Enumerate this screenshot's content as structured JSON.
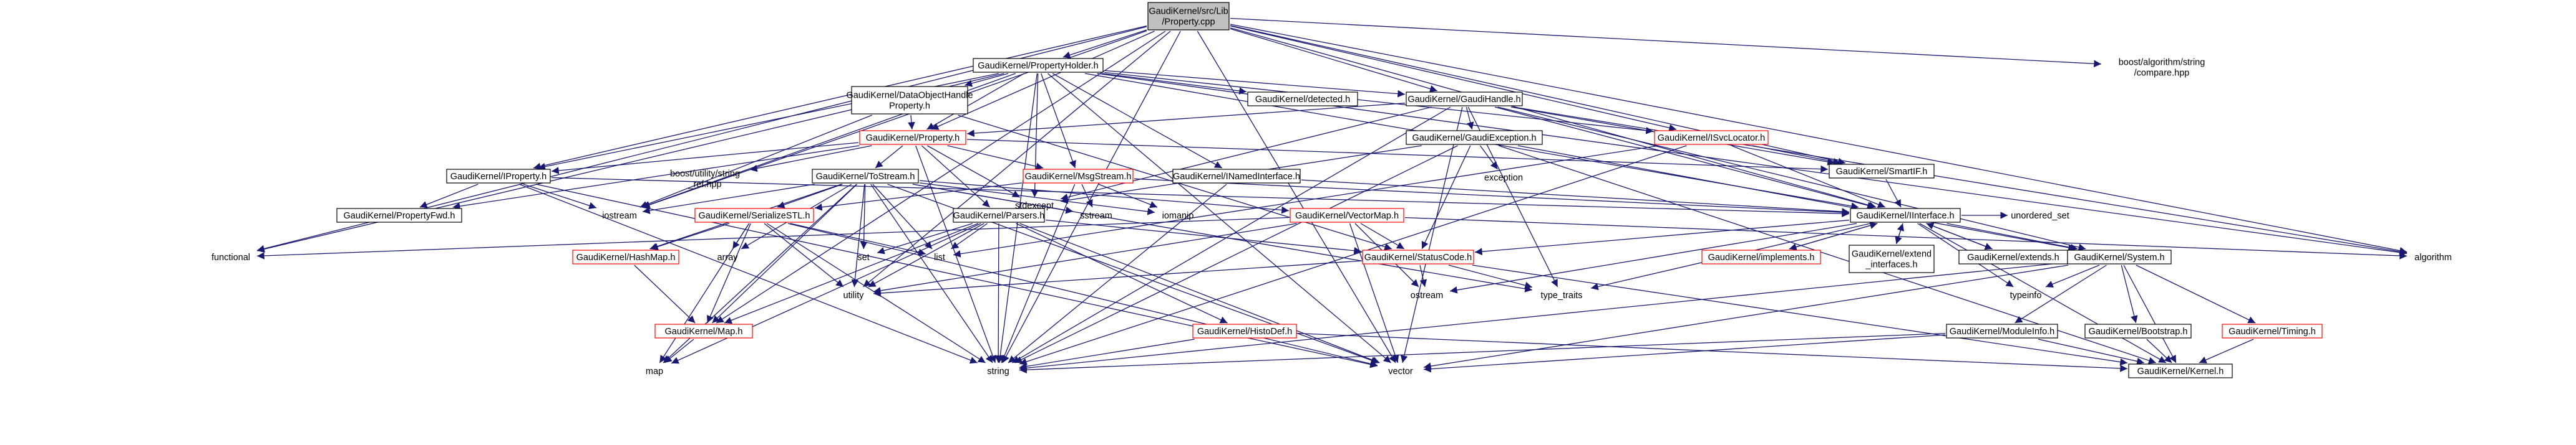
{
  "diagram": {
    "type": "include-dependency-graph",
    "nodes": [
      {
        "id": "root",
        "kind": "root",
        "lines": [
          "GaudiKernel/src/Lib",
          "/Property.cpp"
        ]
      },
      {
        "id": "PropertyHolder",
        "kind": "box",
        "lines": [
          "GaudiKernel/PropertyHolder.h"
        ]
      },
      {
        "id": "boostcompare",
        "kind": "plain",
        "lines": [
          "boost/algorithm/string",
          "/compare.hpp"
        ]
      },
      {
        "id": "DataObjectHandleProperty",
        "kind": "box",
        "lines": [
          "GaudiKernel/DataObjectHandle",
          "Property.h"
        ]
      },
      {
        "id": "detected",
        "kind": "box",
        "lines": [
          "GaudiKernel/detected.h"
        ]
      },
      {
        "id": "GaudiHandle",
        "kind": "box",
        "lines": [
          "GaudiKernel/GaudiHandle.h"
        ]
      },
      {
        "id": "ISvcLocator",
        "kind": "red",
        "lines": [
          "GaudiKernel/ISvcLocator.h"
        ]
      },
      {
        "id": "Property",
        "kind": "red",
        "lines": [
          "GaudiKernel/Property.h"
        ]
      },
      {
        "id": "GaudiException",
        "kind": "box",
        "lines": [
          "GaudiKernel/GaudiException.h"
        ]
      },
      {
        "id": "SmartIF",
        "kind": "box",
        "lines": [
          "GaudiKernel/SmartIF.h"
        ]
      },
      {
        "id": "IProperty",
        "kind": "box",
        "lines": [
          "GaudiKernel/IProperty.h"
        ]
      },
      {
        "id": "booststringref",
        "kind": "plain",
        "lines": [
          "boost/utility/string",
          "_ref.hpp"
        ]
      },
      {
        "id": "ToStream",
        "kind": "box",
        "lines": [
          "GaudiKernel/ToStream.h"
        ]
      },
      {
        "id": "MsgStream",
        "kind": "red",
        "lines": [
          "GaudiKernel/MsgStream.h"
        ]
      },
      {
        "id": "INamedInterface",
        "kind": "box",
        "lines": [
          "GaudiKernel/INamedInterface.h"
        ]
      },
      {
        "id": "stdexcept",
        "kind": "plain",
        "lines": [
          "stdexcept"
        ]
      },
      {
        "id": "exception",
        "kind": "plain",
        "lines": [
          "exception"
        ]
      },
      {
        "id": "PropertyFwd",
        "kind": "box",
        "lines": [
          "GaudiKernel/PropertyFwd.h"
        ]
      },
      {
        "id": "iostream",
        "kind": "plain",
        "lines": [
          "iostream"
        ]
      },
      {
        "id": "SerializeSTL",
        "kind": "red",
        "lines": [
          "GaudiKernel/SerializeSTL.h"
        ]
      },
      {
        "id": "Parsers",
        "kind": "box",
        "lines": [
          "GaudiKernel/Parsers.h"
        ]
      },
      {
        "id": "sstream",
        "kind": "plain",
        "lines": [
          "sstream"
        ]
      },
      {
        "id": "iomanip",
        "kind": "plain",
        "lines": [
          "iomanip"
        ]
      },
      {
        "id": "IInterface",
        "kind": "box",
        "lines": [
          "GaudiKernel/IInterface.h"
        ]
      },
      {
        "id": "unordered_set",
        "kind": "plain",
        "lines": [
          "unordered_set"
        ]
      },
      {
        "id": "VectorMap",
        "kind": "red",
        "lines": [
          "GaudiKernel/VectorMap.h"
        ]
      },
      {
        "id": "functional",
        "kind": "plain",
        "lines": [
          "functional"
        ]
      },
      {
        "id": "HashMap",
        "kind": "red",
        "lines": [
          "GaudiKernel/HashMap.h"
        ]
      },
      {
        "id": "array",
        "kind": "plain",
        "lines": [
          "array"
        ]
      },
      {
        "id": "set",
        "kind": "plain",
        "lines": [
          "set"
        ]
      },
      {
        "id": "list",
        "kind": "plain",
        "lines": [
          "list"
        ]
      },
      {
        "id": "StatusCode",
        "kind": "red",
        "lines": [
          "GaudiKernel/StatusCode.h"
        ]
      },
      {
        "id": "Implements",
        "kind": "red",
        "lines": [
          "GaudiKernel/implements.h"
        ]
      },
      {
        "id": "ExtendInterfaces",
        "kind": "box",
        "lines": [
          "GaudiKernel/extend",
          "_interfaces.h"
        ]
      },
      {
        "id": "Extends",
        "kind": "box",
        "lines": [
          "GaudiKernel/extends.h"
        ]
      },
      {
        "id": "System",
        "kind": "box",
        "lines": [
          "GaudiKernel/System.h"
        ]
      },
      {
        "id": "algorithm",
        "kind": "plain",
        "lines": [
          "algorithm"
        ]
      },
      {
        "id": "utility",
        "kind": "plain",
        "lines": [
          "utility"
        ]
      },
      {
        "id": "MapH",
        "kind": "red",
        "lines": [
          "GaudiKernel/Map.h"
        ]
      },
      {
        "id": "HistoDef",
        "kind": "red",
        "lines": [
          "GaudiKernel/HistoDef.h"
        ]
      },
      {
        "id": "ostream",
        "kind": "plain",
        "lines": [
          "ostream"
        ]
      },
      {
        "id": "type_traits",
        "kind": "plain",
        "lines": [
          "type_traits"
        ]
      },
      {
        "id": "typeinfo",
        "kind": "plain",
        "lines": [
          "typeinfo"
        ]
      },
      {
        "id": "ModuleInfo",
        "kind": "box",
        "lines": [
          "GaudiKernel/ModuleInfo.h"
        ]
      },
      {
        "id": "Bootstrap",
        "kind": "box",
        "lines": [
          "GaudiKernel/Bootstrap.h"
        ]
      },
      {
        "id": "Timing",
        "kind": "red",
        "lines": [
          "GaudiKernel/Timing.h"
        ]
      },
      {
        "id": "map",
        "kind": "plain",
        "lines": [
          "map"
        ]
      },
      {
        "id": "string",
        "kind": "plain",
        "lines": [
          "string"
        ]
      },
      {
        "id": "vector",
        "kind": "plain",
        "lines": [
          "vector"
        ]
      },
      {
        "id": "KernelH",
        "kind": "box",
        "lines": [
          "GaudiKernel/Kernel.h"
        ]
      }
    ],
    "edges": [
      [
        "root",
        "PropertyHolder"
      ],
      [
        "root",
        "boostcompare"
      ],
      [
        "root",
        "GaudiHandle"
      ],
      [
        "root",
        "ISvcLocator"
      ],
      [
        "root",
        "Property"
      ],
      [
        "root",
        "SmartIF"
      ],
      [
        "root",
        "IProperty"
      ],
      [
        "root",
        "iostream"
      ],
      [
        "root",
        "functional"
      ],
      [
        "root",
        "algorithm"
      ],
      [
        "root",
        "utility"
      ],
      [
        "root",
        "string"
      ],
      [
        "root",
        "MapH"
      ],
      [
        "root",
        "vector"
      ],
      [
        "root",
        "IInterface"
      ],
      [
        "PropertyHolder",
        "DataObjectHandleProperty"
      ],
      [
        "PropertyHolder",
        "detected"
      ],
      [
        "PropertyHolder",
        "GaudiHandle"
      ],
      [
        "PropertyHolder",
        "ISvcLocator"
      ],
      [
        "PropertyHolder",
        "Property"
      ],
      [
        "PropertyHolder",
        "IProperty"
      ],
      [
        "PropertyHolder",
        "MsgStream"
      ],
      [
        "PropertyHolder",
        "INamedInterface"
      ],
      [
        "PropertyHolder",
        "stdexcept"
      ],
      [
        "PropertyHolder",
        "iostream"
      ],
      [
        "PropertyHolder",
        "functional"
      ],
      [
        "PropertyHolder",
        "algorithm"
      ],
      [
        "PropertyHolder",
        "string"
      ],
      [
        "PropertyHolder",
        "vector"
      ],
      [
        "PropertyHolder",
        "IInterface"
      ],
      [
        "DataObjectHandleProperty",
        "Property"
      ],
      [
        "DataObjectHandleProperty",
        "iostream"
      ],
      [
        "DataObjectHandleProperty",
        "StatusCode"
      ],
      [
        "GaudiHandle",
        "Property"
      ],
      [
        "GaudiHandle",
        "GaudiException"
      ],
      [
        "GaudiHandle",
        "stdexcept"
      ],
      [
        "GaudiHandle",
        "System"
      ],
      [
        "GaudiHandle",
        "IInterface"
      ],
      [
        "GaudiHandle",
        "algorithm"
      ],
      [
        "GaudiHandle",
        "string"
      ],
      [
        "GaudiHandle",
        "vector"
      ],
      [
        "GaudiHandle",
        "type_traits"
      ],
      [
        "GaudiHandle",
        "SmartIF"
      ],
      [
        "ISvcLocator",
        "SmartIF"
      ],
      [
        "ISvcLocator",
        "IInterface"
      ],
      [
        "ISvcLocator",
        "string"
      ],
      [
        "ISvcLocator",
        "list"
      ],
      [
        "Property",
        "IProperty"
      ],
      [
        "Property",
        "booststringref"
      ],
      [
        "Property",
        "ToStream"
      ],
      [
        "Property",
        "MsgStream"
      ],
      [
        "Property",
        "Parsers"
      ],
      [
        "Property",
        "PropertyFwd"
      ],
      [
        "Property",
        "SmartIF"
      ],
      [
        "Property",
        "stdexcept"
      ],
      [
        "Property",
        "string"
      ],
      [
        "GaudiException",
        "StatusCode"
      ],
      [
        "GaudiException",
        "System"
      ],
      [
        "GaudiException",
        "exception"
      ],
      [
        "GaudiException",
        "stdexcept"
      ],
      [
        "GaudiException",
        "string"
      ],
      [
        "GaudiException",
        "KernelH"
      ],
      [
        "SmartIF",
        "IInterface"
      ],
      [
        "IProperty",
        "PropertyFwd"
      ],
      [
        "IProperty",
        "iostream"
      ],
      [
        "IProperty",
        "IInterface"
      ],
      [
        "IProperty",
        "string"
      ],
      [
        "IProperty",
        "vector"
      ],
      [
        "ToStream",
        "SerializeSTL"
      ],
      [
        "ToStream",
        "HashMap"
      ],
      [
        "ToStream",
        "MapH"
      ],
      [
        "ToStream",
        "VectorMap"
      ],
      [
        "ToStream",
        "iostream"
      ],
      [
        "ToStream",
        "sstream"
      ],
      [
        "ToStream",
        "iomanip"
      ],
      [
        "ToStream",
        "array"
      ],
      [
        "ToStream",
        "set"
      ],
      [
        "ToStream",
        "list"
      ],
      [
        "ToStream",
        "map"
      ],
      [
        "ToStream",
        "string"
      ],
      [
        "ToStream",
        "vector"
      ],
      [
        "ToStream",
        "utility"
      ],
      [
        "ToStream",
        "type_traits"
      ],
      [
        "MsgStream",
        "SerializeSTL"
      ],
      [
        "MsgStream",
        "IInterface"
      ],
      [
        "MsgStream",
        "sstream"
      ],
      [
        "MsgStream",
        "iomanip"
      ],
      [
        "MsgStream",
        "string"
      ],
      [
        "INamedInterface",
        "IInterface"
      ],
      [
        "INamedInterface",
        "string"
      ],
      [
        "SerializeSTL",
        "HashMap"
      ],
      [
        "SerializeSTL",
        "MapH"
      ],
      [
        "SerializeSTL",
        "array"
      ],
      [
        "SerializeSTL",
        "list"
      ],
      [
        "SerializeSTL",
        "map"
      ],
      [
        "SerializeSTL",
        "utility"
      ],
      [
        "SerializeSTL",
        "vector"
      ],
      [
        "SerializeSTL",
        "string"
      ],
      [
        "Parsers",
        "HistoDef"
      ],
      [
        "Parsers",
        "MapH"
      ],
      [
        "Parsers",
        "StatusCode"
      ],
      [
        "Parsers",
        "list"
      ],
      [
        "Parsers",
        "set"
      ],
      [
        "Parsers",
        "map"
      ],
      [
        "Parsers",
        "string"
      ],
      [
        "Parsers",
        "utility"
      ],
      [
        "Parsers",
        "vector"
      ],
      [
        "IInterface",
        "Implements"
      ],
      [
        "IInterface",
        "ExtendInterfaces"
      ],
      [
        "IInterface",
        "Extends"
      ],
      [
        "IInterface",
        "System"
      ],
      [
        "IInterface",
        "StatusCode"
      ],
      [
        "IInterface",
        "KernelH"
      ],
      [
        "IInterface",
        "ostream"
      ],
      [
        "IInterface",
        "type_traits"
      ],
      [
        "IInterface",
        "typeinfo"
      ],
      [
        "IInterface",
        "unordered_set"
      ],
      [
        "VectorMap",
        "functional"
      ],
      [
        "VectorMap",
        "utility"
      ],
      [
        "VectorMap",
        "algorithm"
      ],
      [
        "VectorMap",
        "StatusCode"
      ],
      [
        "VectorMap",
        "ostream"
      ],
      [
        "VectorMap",
        "vector"
      ],
      [
        "HashMap",
        "MapH"
      ],
      [
        "MapH",
        "map"
      ],
      [
        "StatusCode",
        "ostream"
      ],
      [
        "StatusCode",
        "type_traits"
      ],
      [
        "StatusCode",
        "utility"
      ],
      [
        "StatusCode",
        "KernelH"
      ],
      [
        "Implements",
        "IInterface"
      ],
      [
        "ExtendInterfaces",
        "IInterface"
      ],
      [
        "Extends",
        "IInterface"
      ],
      [
        "System",
        "KernelH"
      ],
      [
        "System",
        "ModuleInfo"
      ],
      [
        "System",
        "Bootstrap"
      ],
      [
        "System",
        "Timing"
      ],
      [
        "System",
        "typeinfo"
      ],
      [
        "System",
        "string"
      ],
      [
        "System",
        "vector"
      ],
      [
        "ModuleInfo",
        "KernelH"
      ],
      [
        "ModuleInfo",
        "string"
      ],
      [
        "ModuleInfo",
        "vector"
      ],
      [
        "Bootstrap",
        "KernelH"
      ],
      [
        "Timing",
        "KernelH"
      ],
      [
        "HistoDef",
        "KernelH"
      ],
      [
        "HistoDef",
        "string"
      ]
    ]
  }
}
